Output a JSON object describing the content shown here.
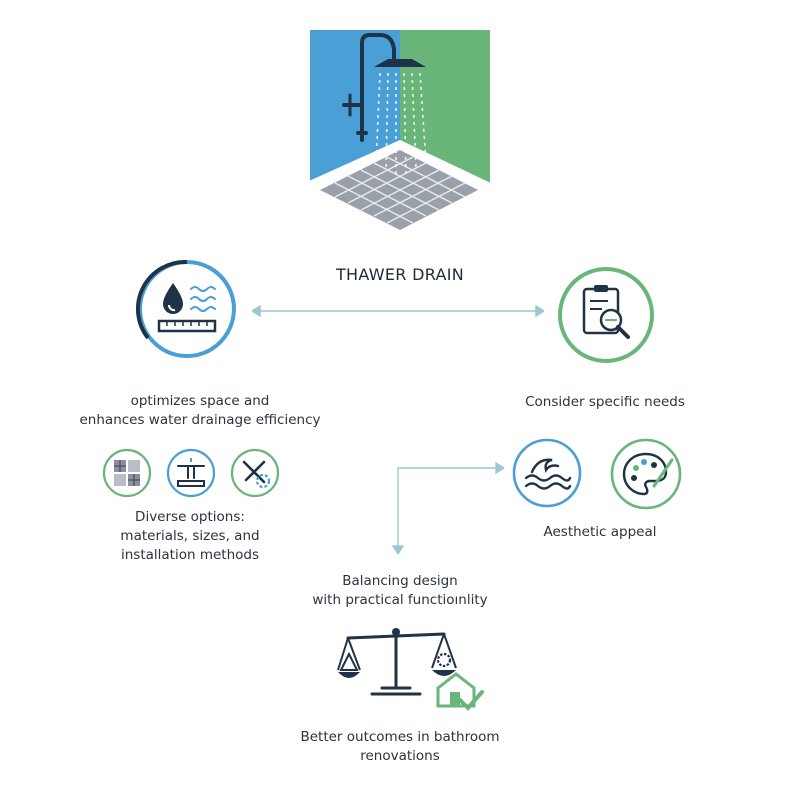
{
  "title": "THAWER DRAIN",
  "left_branch": {
    "line1": "optimizes space and",
    "line2": "enhances water drainage efficiency",
    "options_line1": "Diverse options:",
    "options_line2": "materials, sizes, and",
    "options_line3": "installation methods",
    "icons": [
      "water-drop-ruler-icon",
      "material-swatches-icon",
      "pipe-fitting-icon",
      "tools-gear-icon"
    ]
  },
  "right_branch": {
    "needs": "Consider specific needs",
    "aesthetic": "Aesthetic appeal",
    "icons": [
      "clipboard-magnifier-icon",
      "wave-icon",
      "palette-brush-icon"
    ]
  },
  "balance": {
    "line1": "Balancing design",
    "line2": "with practical functioınlity"
  },
  "outcome": {
    "line1": "Better outcomes in bathroom",
    "line2": "renovations"
  },
  "colors": {
    "blue": "#4a9fd6",
    "green": "#69b57a",
    "navy": "#1f3347",
    "line": "#9cc7d3",
    "grate": "#8a8f99"
  }
}
